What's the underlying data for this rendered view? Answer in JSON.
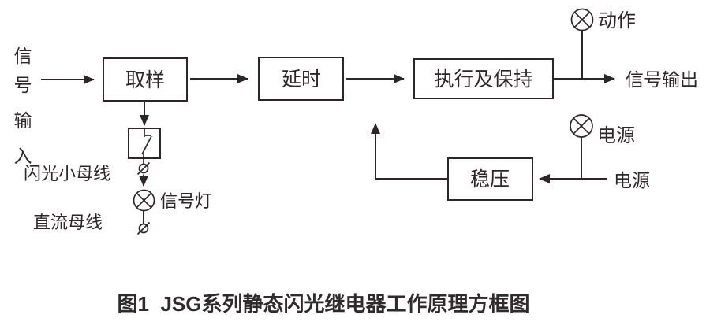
{
  "figure": {
    "caption": "图1  JSG系列静态闪光继电器工作原理方框图",
    "colors": {
      "line": "#2b2728",
      "background": "#ffffff"
    },
    "input": {
      "char1": "信",
      "char2": "号",
      "char3": "输",
      "char4": "入"
    },
    "blocks": {
      "sampling": "取样",
      "delay": "延时",
      "execute_hold": "执行及保持",
      "voltage_regulator": "稳压"
    },
    "lamps": {
      "action": "动作",
      "power": "电源",
      "signal": "信号灯"
    },
    "labels": {
      "signal_output": "信号输出",
      "power_source": "电源",
      "flash_bus": "闪光小母线",
      "dc_bus": "直流母线"
    }
  }
}
